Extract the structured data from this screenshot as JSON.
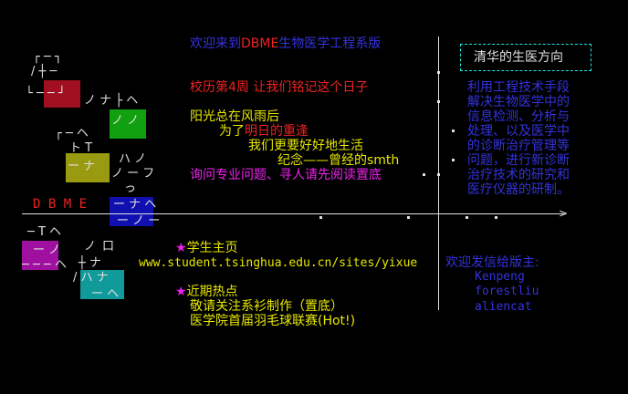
{
  "colors": {
    "background": "#000000",
    "blue": "#3333dd",
    "red": "#ee2222",
    "yellow": "#e8e800",
    "magenta": "#ee22ee",
    "cyan": "#22e8e8",
    "white": "#e0e0e0",
    "block_maroon": "#a01020",
    "block_green": "#10a010",
    "block_olive": "#9a9a10",
    "block_blue": "#1010b0",
    "block_purple": "#a010a0",
    "block_teal": "#109a9a"
  },
  "header": {
    "welcome_prefix": "欢迎来到",
    "welcome_brand": "DBME",
    "welcome_suffix": "生物医学工程系版",
    "calendar": "校历第4周 让我们铭记这个日子"
  },
  "poem": {
    "line1": "阳光总在风雨后",
    "line2_prefix": "为了",
    "line2_highlight": "明日的重逢",
    "line3": "我们更要好好地生活",
    "line4": "纪念——曾经的smth",
    "tip": "询问专业问题、寻人请先阅读置底"
  },
  "logo": {
    "dbme": "D B M E"
  },
  "links": {
    "home_star": "★",
    "home_label": "学生主页",
    "home_url": "www.student.tsinghua.edu.cn/sites/yixue",
    "hot_star": "★",
    "hot_label": "近期热点",
    "hot_items": [
      "敬请关注系衫制作（置底）",
      "医学院首届羽毛球联赛(Hot!)"
    ]
  },
  "sidebar": {
    "title": "清华的生医方向",
    "description": [
      "利用工程技术手段",
      "解决生物医学中的",
      "信息检测、分析与",
      "处理、以及医学中",
      "的诊断治疗管理等",
      "问题，进行新诊断",
      "治疗技术的研究和",
      "医疗仪器的研制。"
    ],
    "mail_label": "欢迎发信给版主:",
    "moderators": [
      "Kenpeng",
      "forestliu",
      "aliencat"
    ]
  }
}
